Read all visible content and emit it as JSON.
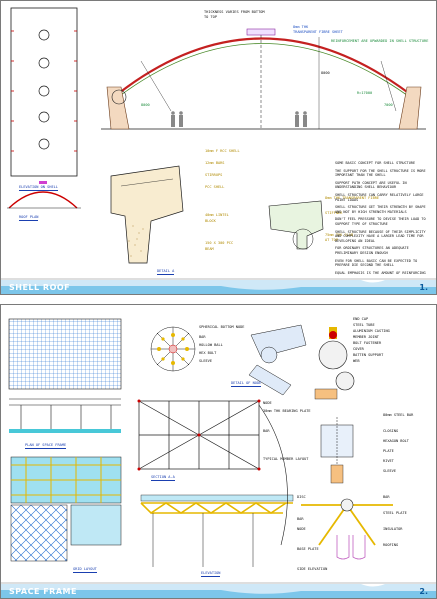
{
  "sheet1": {
    "title": "SHELL ROOF",
    "sheet_number": "1.",
    "labels": {
      "thickness": "THICKNESS VARIES FROM BOTTOM",
      "thickness2": "TO TOP",
      "thin_shell": "8mm THK",
      "transparent": "TRANSPARENT FIBRE SHEET",
      "reinforcing": "REINFORCEMENT ARE UPWARDED IN SHELL STRUCTURE",
      "height": "8000",
      "span": "R=17000",
      "right_dim": "7000",
      "left_dim": "8000",
      "detail_a1": "10mm F RCC SHELL",
      "detail_a2": "12mm BARS",
      "detail_a3": "STIRRUPS",
      "detail_a4": "PCC SHELL",
      "detail_a5": "40mm LINTEL",
      "detail_a6": "BLOCK",
      "detail_a7": "150 X 300 PCC",
      "detail_a8": "BEAM",
      "detail_b1": "8mm THK TRANSPARENT FIBRE",
      "detail_b2": "STIFFNER",
      "detail_b3": "75mm THK SLAB",
      "detail_b4": "AT TOP",
      "plan_caption": "ROOF PLAN",
      "elev_caption": "ELEVATION ON SHELL",
      "detail_caption": "DETAIL A"
    },
    "notes": {
      "heading": "SOME BASIC CONCEPT FOR SHELL STRUCTURE",
      "n1": "THE SUPPORT FOR THE SHELL STRUCTURE IS MORE IMPORTANT THAN THE SHELL",
      "n2": "SUPPORT PATH CONCEPT ARE USEFUL IN UNDERSTANDING SHELL BEHAVIOUR",
      "n3": "SHELL STRUCTURE CAN CARRY RELATIVELY LARGE POINT LOADS",
      "n4": "SHELL STRUCTURE GET THEIR STRENGTH BY SHAPE AND NOT BY HIGH STRENGTH MATERIALS",
      "n5": "DON'T FEEL PRESSURE TO DEVISE THEIR LOAD TO SUPPORT TYPE OF STRUCTURE",
      "n6": "SHELL STRUCTURE BECAUSE OF THEIR SIMPLICITY AND COMPLEXITY HAVE A LARGER LEAD TIME FOR DEVELOPING AN IDEAL",
      "n7": "FOR ORDINARY STRUCTURES AN ADEQUATE PRELIMINARY DESIGN ENOUGH",
      "n8": "EVEN FOR SHELL BASIC CAN BE EXPECTED TO PREPARE DIE SECOND THE SHELL",
      "n9": "EQUAL EMPHASIS IS THE AMOUNT OF REINFORCING"
    }
  },
  "sheet2": {
    "title": "SPACE FRAME",
    "sheet_number": "2.",
    "labels": {
      "node1": "SPHERICAL BOTTOM NODE",
      "node2": "BAR",
      "node3": "HOLLOW BALL",
      "node4": "HEX BOLT",
      "node5": "SLEEVE",
      "r1": "END CAP",
      "r2": "STEEL TUBE",
      "r3": "ALUMINIUM CASTING",
      "r4": "MEMBER JOINT",
      "r5": "BOLT FASTENER",
      "r6": "COVER",
      "r7": "BATTEN SUPPORT",
      "r8": "WEB",
      "m1": "NODE",
      "m2": "30mm THK BEARING PLATE",
      "m3": "BAR",
      "m4": "TYPICAL MEMBER LAYOUT",
      "m5": "DISC",
      "m6": "BAR",
      "m7": "NODE",
      "m8": "BASE PLATE",
      "m9": "SIDE ELEVATION",
      "k1": "80mm STEEL BAR",
      "k2": "CLOSING",
      "k3": "HEXAGON BOLT",
      "k4": "PLATE",
      "k5": "RIVET",
      "k6": "SLEEVE",
      "k7": "BAR",
      "k8": "STEEL PLATE",
      "k9": "INSULATOR",
      "k10": "ROOFING",
      "plan_caption": "PLAN OF SPACE FRAME",
      "detail_caption": "DETAIL OF NODE",
      "section_caption": "SECTION A-A",
      "layout_caption": "GRID LAYOUT",
      "elev_caption": "ELEVATION"
    }
  }
}
